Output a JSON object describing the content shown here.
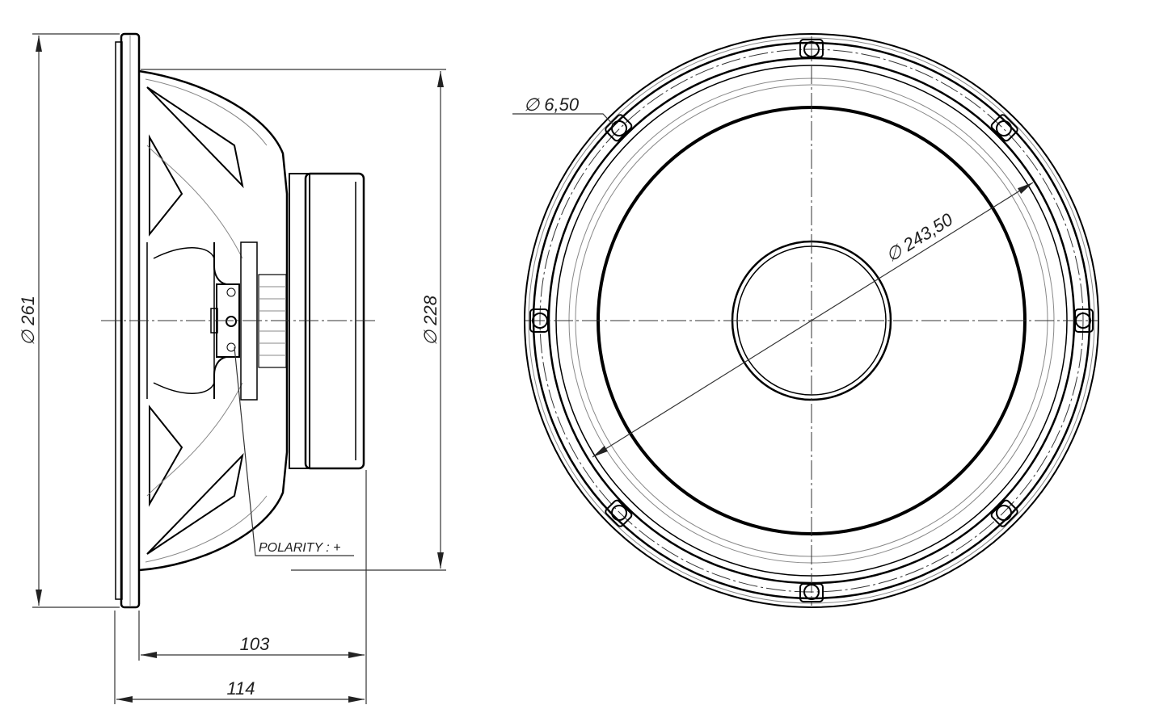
{
  "drawing": {
    "side_view": {
      "dimensions": {
        "outer_diameter": "261",
        "magnet_diameter": "228",
        "depth_frame": "103",
        "depth_total": "114"
      },
      "polarity_label": "POLARITY : +"
    },
    "front_view": {
      "dimensions": {
        "mount_hole": "6,50",
        "bolt_circle": "243,50"
      },
      "mount_holes_count": 8
    },
    "symbols": {
      "diameter": "∅"
    },
    "colors": {
      "line": "#000000",
      "thin": "#888888",
      "background": "#ffffff"
    }
  }
}
